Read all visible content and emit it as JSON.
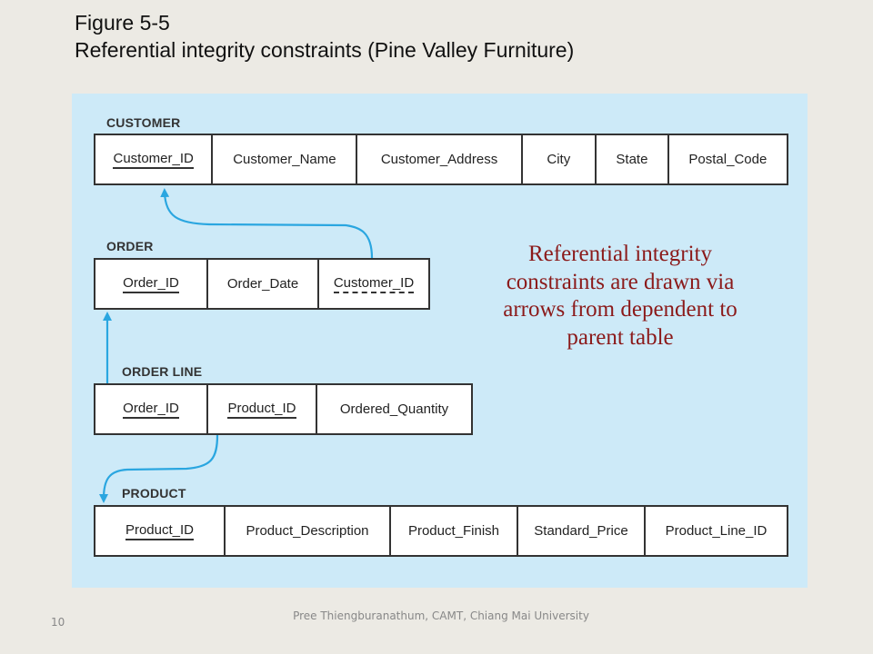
{
  "figure": {
    "number": "Figure 5-5",
    "caption": "Referential integrity constraints (Pine Valley Furniture)"
  },
  "tables": {
    "customer": {
      "name": "CUSTOMER",
      "attributes": [
        "Customer_ID",
        "Customer_Name",
        "Customer_Address",
        "City",
        "State",
        "Postal_Code"
      ]
    },
    "order": {
      "name": "ORDER",
      "attributes": [
        "Order_ID",
        "Order_Date",
        "Customer_ID"
      ]
    },
    "order_line": {
      "name": "ORDER LINE",
      "attributes": [
        "Order_ID",
        "Product_ID",
        "Ordered_Quantity"
      ]
    },
    "product": {
      "name": "PRODUCT",
      "attributes": [
        "Product_ID",
        "Product_Description",
        "Product_Finish",
        "Standard_Price",
        "Product_Line_ID"
      ]
    }
  },
  "note": "Referential integrity constraints are drawn via arrows from dependent to parent table",
  "footer": "Pree Thiengburanathum, CAMT, Chiang Mai University",
  "page_number": "10",
  "colors": {
    "background": "#eceae4",
    "panel": "#cdeaf8",
    "arrow": "#2aa6e0",
    "note_text": "#8b1a1a"
  }
}
